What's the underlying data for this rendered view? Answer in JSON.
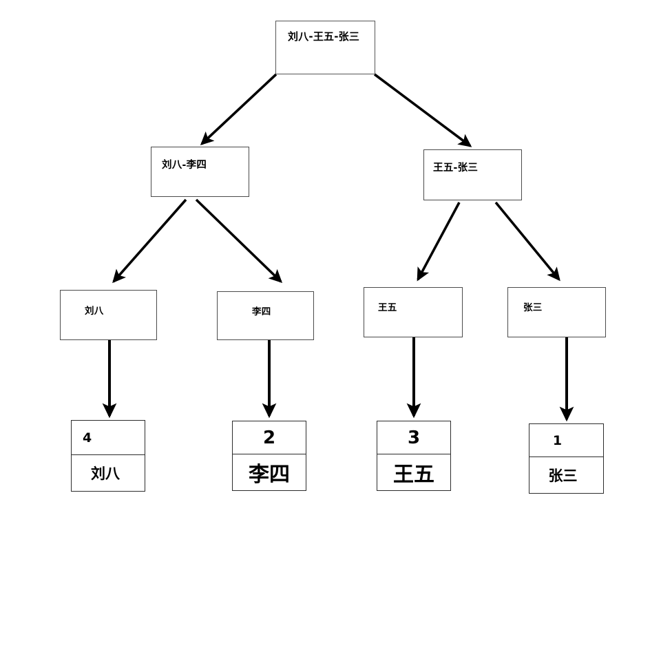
{
  "diagram": {
    "type": "binary-merge-tree",
    "title": "",
    "nodes": {
      "root": {
        "label": "刘八-王五-张三"
      },
      "l2_left": {
        "label": "刘八-李四"
      },
      "l2_right": {
        "label": "王五-张三"
      },
      "l3_a": {
        "label": "刘八"
      },
      "l3_b": {
        "label": "李四"
      },
      "l3_c": {
        "label": "王五"
      },
      "l3_d": {
        "label": "张三"
      }
    },
    "records": [
      {
        "id": "rec_4",
        "count": "4",
        "name": "刘八"
      },
      {
        "id": "rec_2",
        "count": "2",
        "name": "李四"
      },
      {
        "id": "rec_3",
        "count": "3",
        "name": "王五"
      },
      {
        "id": "rec_1",
        "count": "1",
        "name": "张三"
      }
    ],
    "edges": [
      {
        "from": "root",
        "to": "l2_left"
      },
      {
        "from": "root",
        "to": "l2_right"
      },
      {
        "from": "l2_left",
        "to": "l3_a"
      },
      {
        "from": "l2_left",
        "to": "l3_b"
      },
      {
        "from": "l2_right",
        "to": "l3_c"
      },
      {
        "from": "l2_right",
        "to": "l3_d"
      },
      {
        "from": "l3_a",
        "to": "rec_4"
      },
      {
        "from": "l3_b",
        "to": "rec_2"
      },
      {
        "from": "l3_c",
        "to": "rec_3"
      },
      {
        "from": "l3_d",
        "to": "rec_1"
      }
    ],
    "colors": {
      "background": "#ffffff",
      "node_border": "#4a4a4a",
      "record_border": "#2b2b2b",
      "edge": "#000000",
      "text": "#000000"
    }
  }
}
